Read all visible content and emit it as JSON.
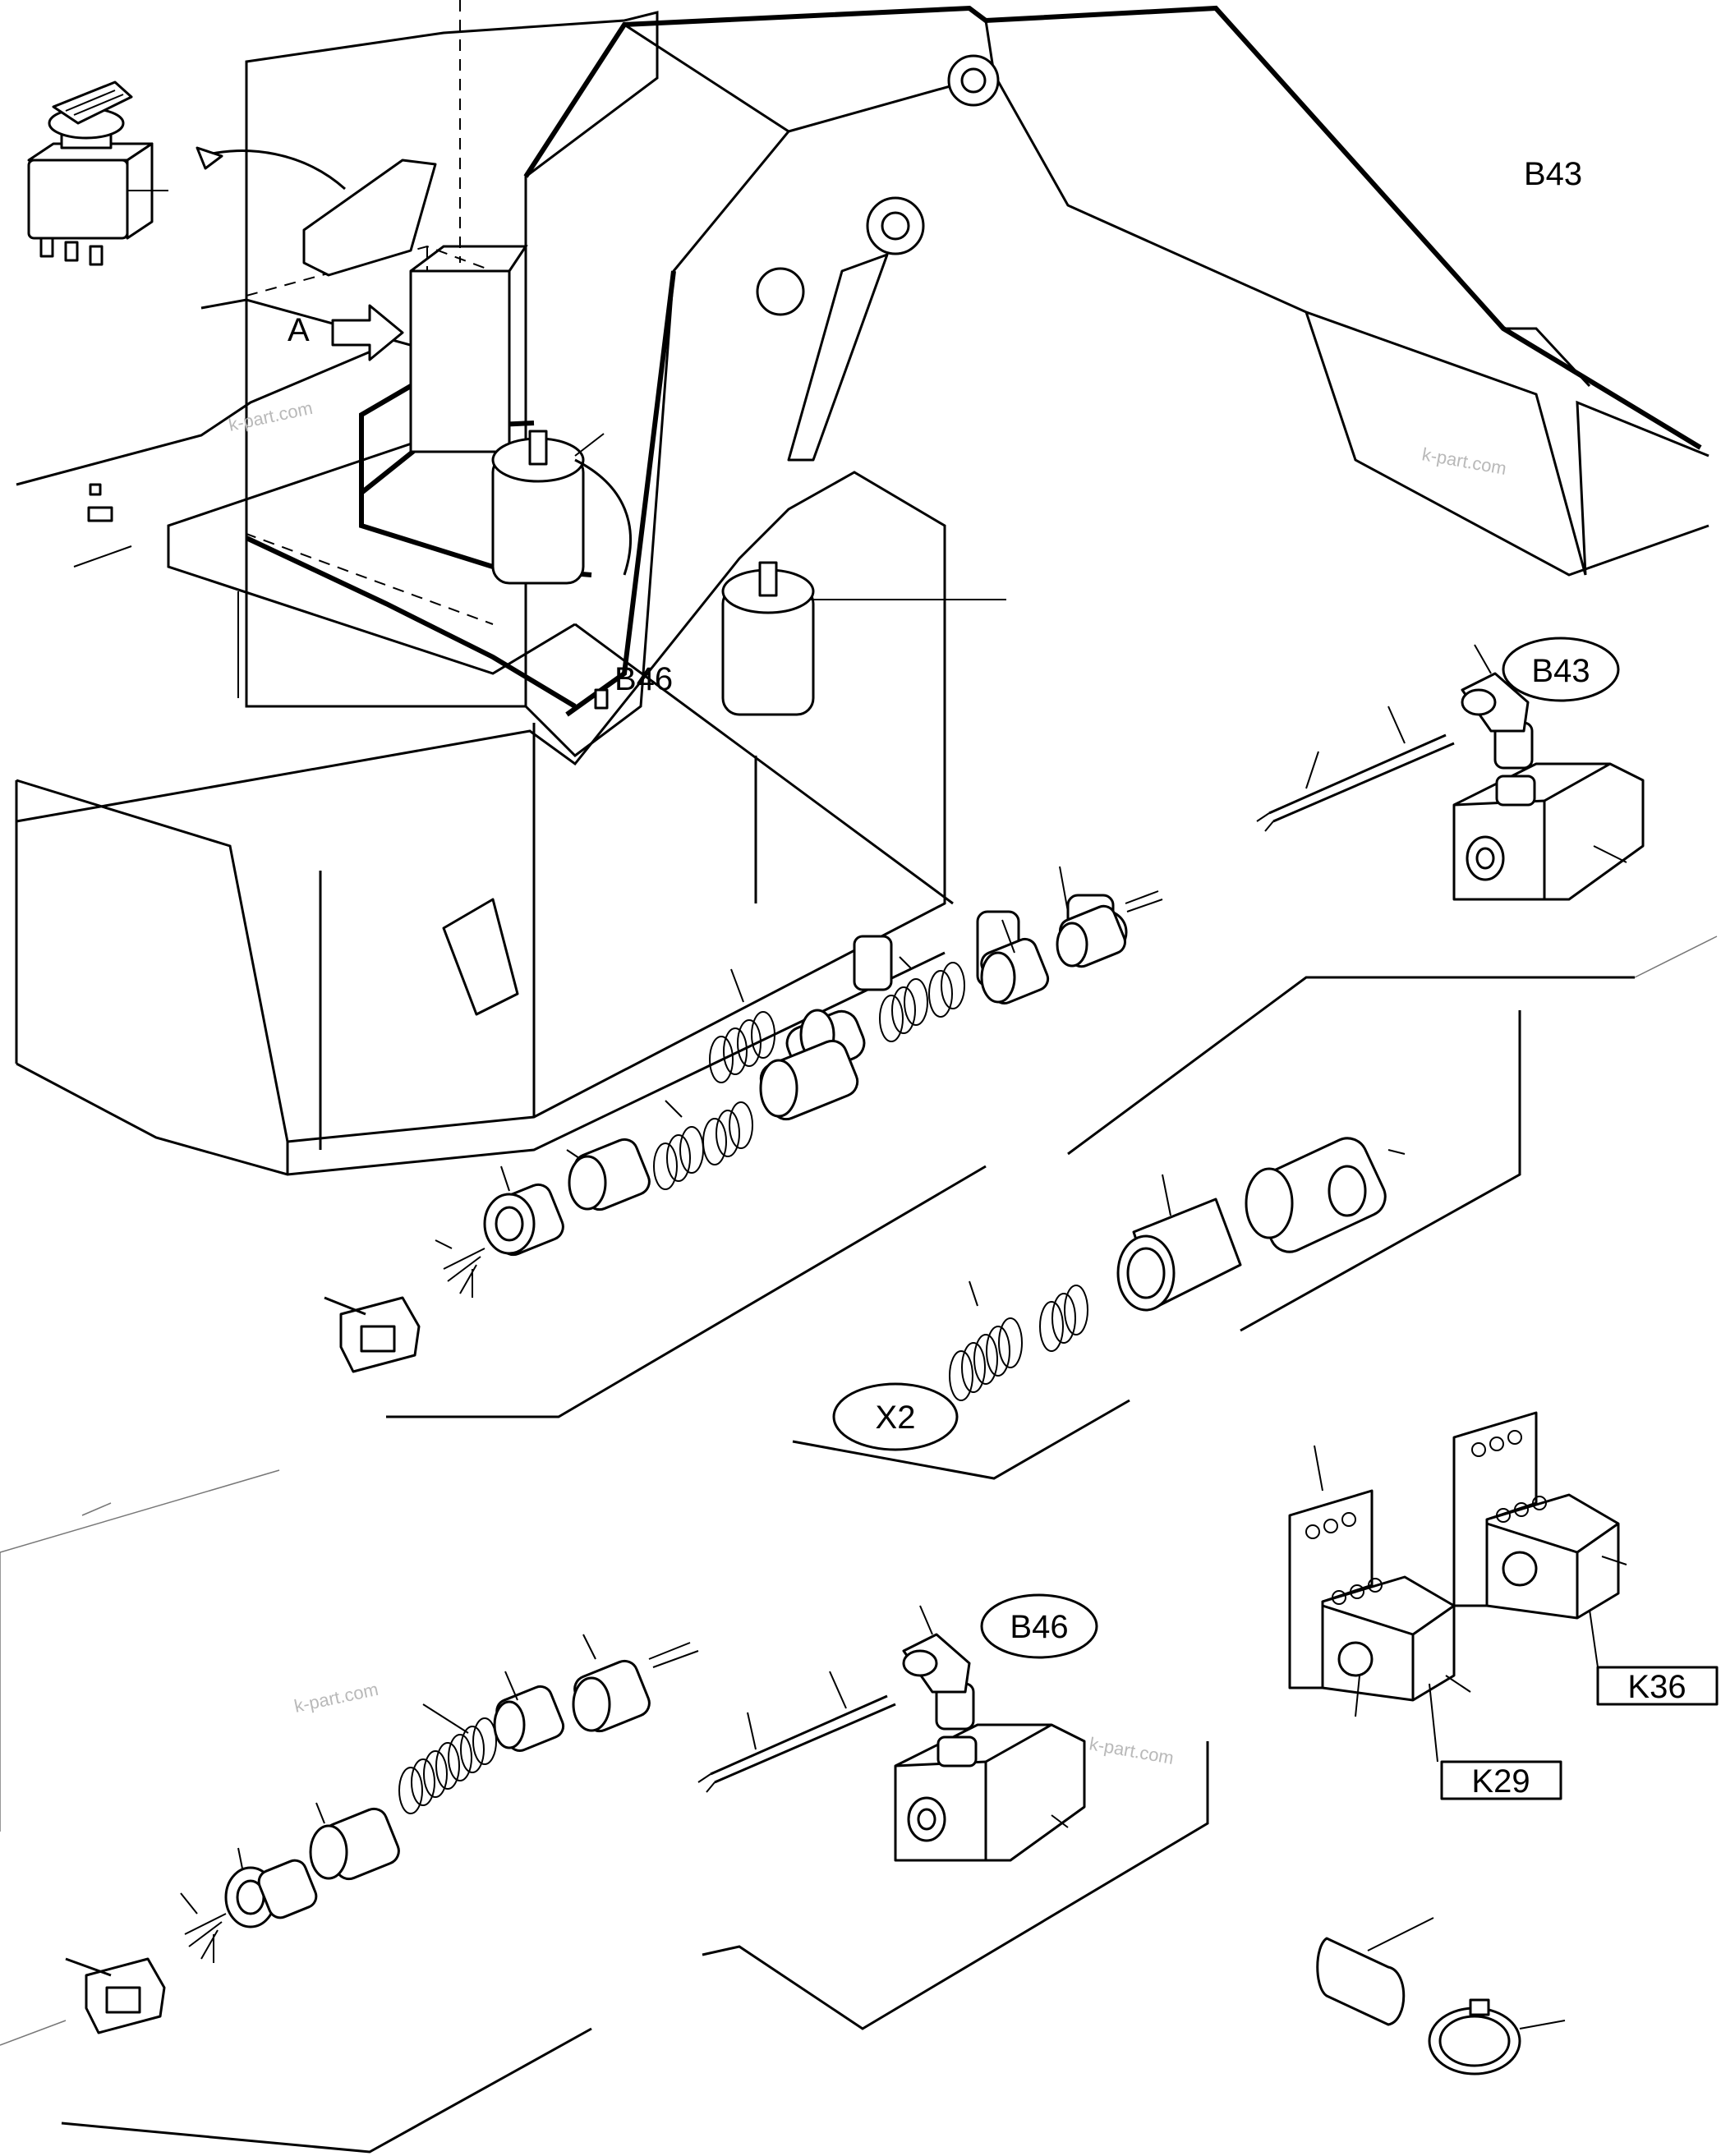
{
  "callouts": {
    "view_arrow": "A",
    "b43_machine": "B43",
    "b46_machine": "B46",
    "b43_oval": "B43",
    "b46_oval": "B46",
    "x2_oval": "X2",
    "k29_box": "K29",
    "k36_box": "K36"
  },
  "watermarks": [
    "k-part.com",
    "k-part.com",
    "k-part.com",
    "k-part.com"
  ]
}
